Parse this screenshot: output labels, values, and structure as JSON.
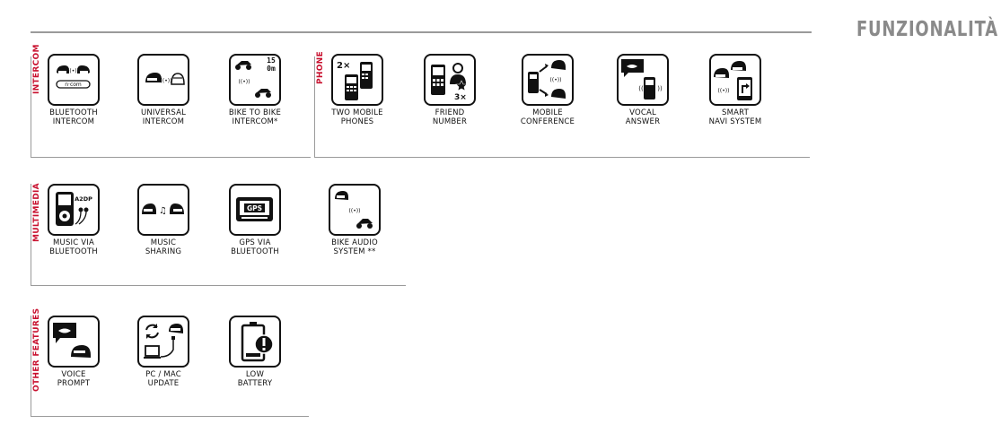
{
  "page_title": "FUNZIONALITÀ",
  "sections": {
    "intercom": {
      "label": "INTERCOM",
      "features": [
        {
          "caption": "BLUETOOTH\nINTERCOM",
          "icon": "bluetooth-intercom-icon",
          "badge": "n·com"
        },
        {
          "caption": "UNIVERSAL\nINTERCOM",
          "icon": "universal-intercom-icon"
        },
        {
          "caption": "BIKE TO BIKE\nINTERCOM*",
          "icon": "bike-to-bike-intercom-icon",
          "range": "150m"
        }
      ]
    },
    "phone": {
      "label": "PHONE",
      "features": [
        {
          "caption": "TWO MOBILE\nPHONES",
          "icon": "two-mobile-phones-icon",
          "badge": "2×"
        },
        {
          "caption": "FRIEND\nNUMBER",
          "icon": "friend-number-icon",
          "badge": "3×"
        },
        {
          "caption": "MOBILE\nCONFERENCE",
          "icon": "mobile-conference-icon"
        },
        {
          "caption": "VOCAL\nANSWER",
          "icon": "vocal-answer-icon"
        },
        {
          "caption": "SMART\nNAVI SYSTEM",
          "icon": "smart-navi-system-icon"
        }
      ]
    },
    "multimedia": {
      "label": "MULTIMEDIA",
      "features": [
        {
          "caption": "MUSIC VIA\nBLUETOOTH",
          "icon": "music-via-bluetooth-icon",
          "badge": "A2DP"
        },
        {
          "caption": "MUSIC\nSHARING",
          "icon": "music-sharing-icon"
        },
        {
          "caption": "GPS VIA\nBLUETOOTH",
          "icon": "gps-via-bluetooth-icon",
          "badge": "GPS"
        },
        {
          "caption": "BIKE AUDIO\nSYSTEM **",
          "icon": "bike-audio-system-icon"
        }
      ]
    },
    "other": {
      "label": "OTHER FEATURES",
      "features": [
        {
          "caption": "VOICE\nPROMPT",
          "icon": "voice-prompt-icon"
        },
        {
          "caption": "PC / MAC\nUPDATE",
          "icon": "pc-mac-update-icon"
        },
        {
          "caption": "LOW\nBATTERY",
          "icon": "low-battery-icon"
        }
      ]
    }
  },
  "colors": {
    "accent": "#c8102e",
    "rule": "#9a9a9a",
    "title": "#8a8a8a",
    "ink": "#111111"
  }
}
